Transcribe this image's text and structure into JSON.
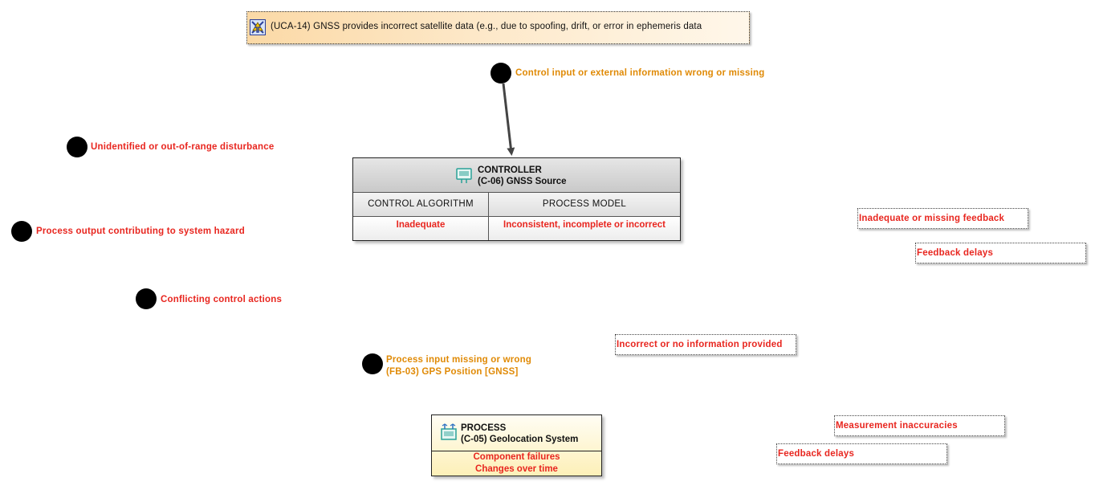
{
  "uca": {
    "text": "(UCA-14) GNSS provides incorrect satellite data (e.g., due to spoofing, drift, or error in ephemeris data",
    "icon": "uca-icon"
  },
  "control_input": {
    "label": "Control input or external information wrong or missing",
    "color": "#e08a06"
  },
  "disturbances": [
    {
      "label": "Unidentified or out-of-range disturbance"
    },
    {
      "label": "Process output contributing to system hazard"
    },
    {
      "label": "Conflicting control actions"
    }
  ],
  "controller": {
    "type": "CONTROLLER",
    "name": "(C-06) GNSS Source",
    "col_left_header": "CONTROL ALGORITHM",
    "col_right_header": "PROCESS MODEL",
    "col_left_value": "Inadequate",
    "col_right_value": "Inconsistent, incomplete or incorrect"
  },
  "process_input": {
    "line1": "Process input missing or wrong",
    "line2": "(FB-03) GPS Position [GNSS]"
  },
  "process": {
    "type": "PROCESS",
    "name": "(C-05) Geolocation System",
    "line1": "Component failures",
    "line2": "Changes over time"
  },
  "notes": {
    "inadequate_feedback": "Inadequate or missing feedback",
    "feedback_delays_top": "Feedback delays",
    "incorrect_info": "Incorrect or no information provided",
    "measurement_inaccuracies": "Measurement inaccuracies",
    "feedback_delays_bottom": "Feedback delays"
  },
  "colors": {
    "red": "#e8261f",
    "orange": "#e08a06",
    "uca_fill": "#fbd9a6",
    "process_fill": "#fdf0b8"
  }
}
